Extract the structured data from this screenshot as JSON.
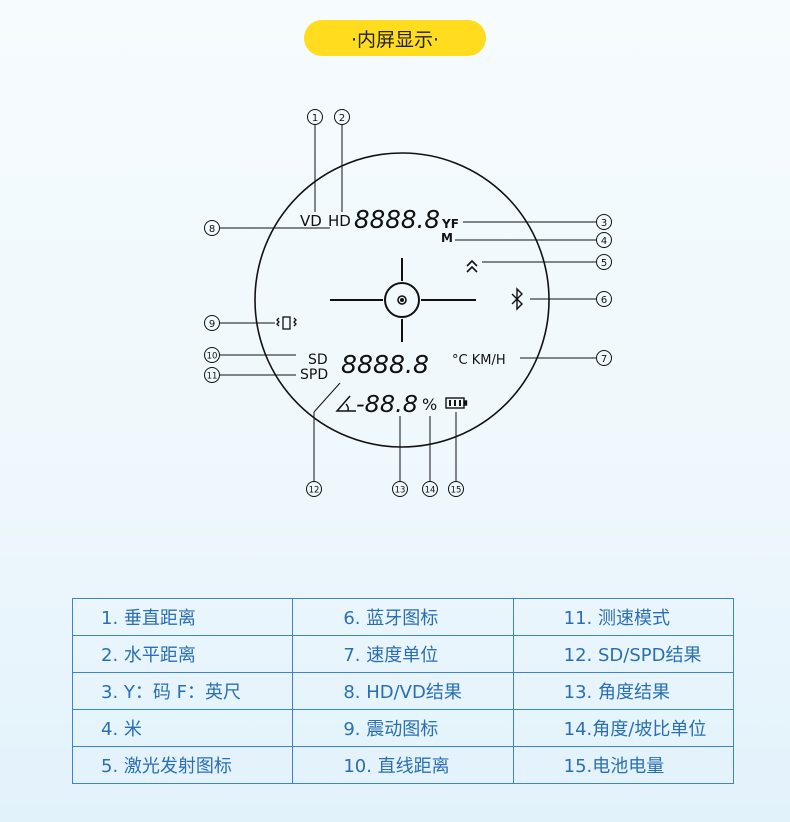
{
  "title": "·内屏显示·",
  "display": {
    "top_label_vd": "VD",
    "top_label_hd": "HD",
    "top_digits": "8888.8",
    "unit_yf": "YF",
    "unit_m": "M",
    "unit_speed": "°C KM/H",
    "label_sd": "SD",
    "label_spd": "SPD",
    "middle_digits": "8888.8",
    "angle_digits": "-88.8",
    "percent": "%"
  },
  "callouts": [
    "1",
    "2",
    "3",
    "4",
    "5",
    "6",
    "7",
    "8",
    "9",
    "10",
    "11",
    "12",
    "13",
    "14",
    "15"
  ],
  "legend": [
    [
      "1. 垂直距离",
      "6. 蓝牙图标",
      "11. 测速模式"
    ],
    [
      "2. 水平距离",
      "7. 速度单位",
      "12. SD/SPD结果"
    ],
    [
      "3. Y：码  F：英尺",
      "8. HD/VD结果",
      "13. 角度结果"
    ],
    [
      "4. 米",
      "9. 震动图标",
      "14.角度/坡比单位"
    ],
    [
      "5. 激光发射图标",
      "10. 直线距离",
      "15.电池电量"
    ]
  ],
  "icons": [
    "bluetooth-icon",
    "laser-emit-icon",
    "vibration-icon",
    "battery-icon",
    "angle-icon",
    "crosshair-icon"
  ]
}
